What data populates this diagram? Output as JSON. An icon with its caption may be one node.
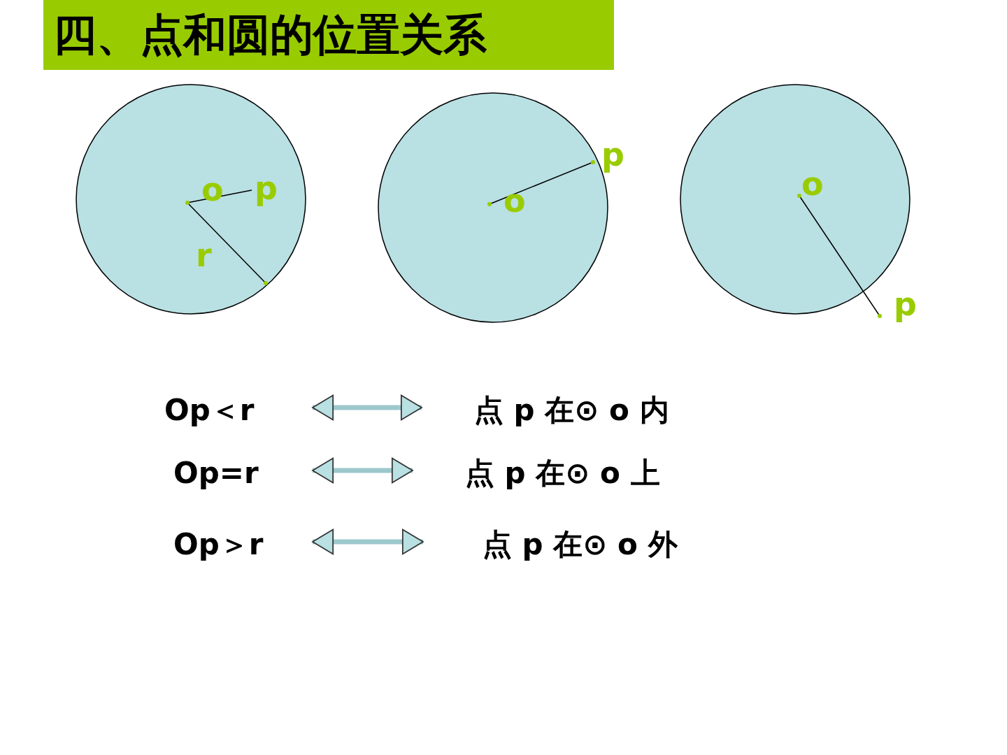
{
  "diagram": {
    "title": "四、点和圆的位置关系",
    "nodes": [
      {
        "text": [
          "o",
          "p",
          "r"
        ]
      },
      {
        "text": [
          "o"
        ],
        "beside": [
          "p"
        ]
      },
      {
        "text": [
          "o"
        ],
        "beside": [
          "p"
        ]
      },
      {
        "text": [
          "Op＜r"
        ]
      },
      {
        "text": [
          "点 p 在⊙ o 内"
        ]
      },
      {
        "text": [
          "Op=r"
        ]
      },
      {
        "text": [
          "点 p 在⊙ o 上"
        ]
      },
      {
        "text": [
          "Op＞r"
        ]
      },
      {
        "text": [
          "点 p 在⊙ o 外"
        ]
      }
    ],
    "edges": [
      {
        "from": 3,
        "to": 4,
        "arrow": "both"
      },
      {
        "from": 5,
        "to": 6,
        "arrow": "both"
      },
      {
        "from": 7,
        "to": 8,
        "arrow": "both"
      }
    ]
  }
}
